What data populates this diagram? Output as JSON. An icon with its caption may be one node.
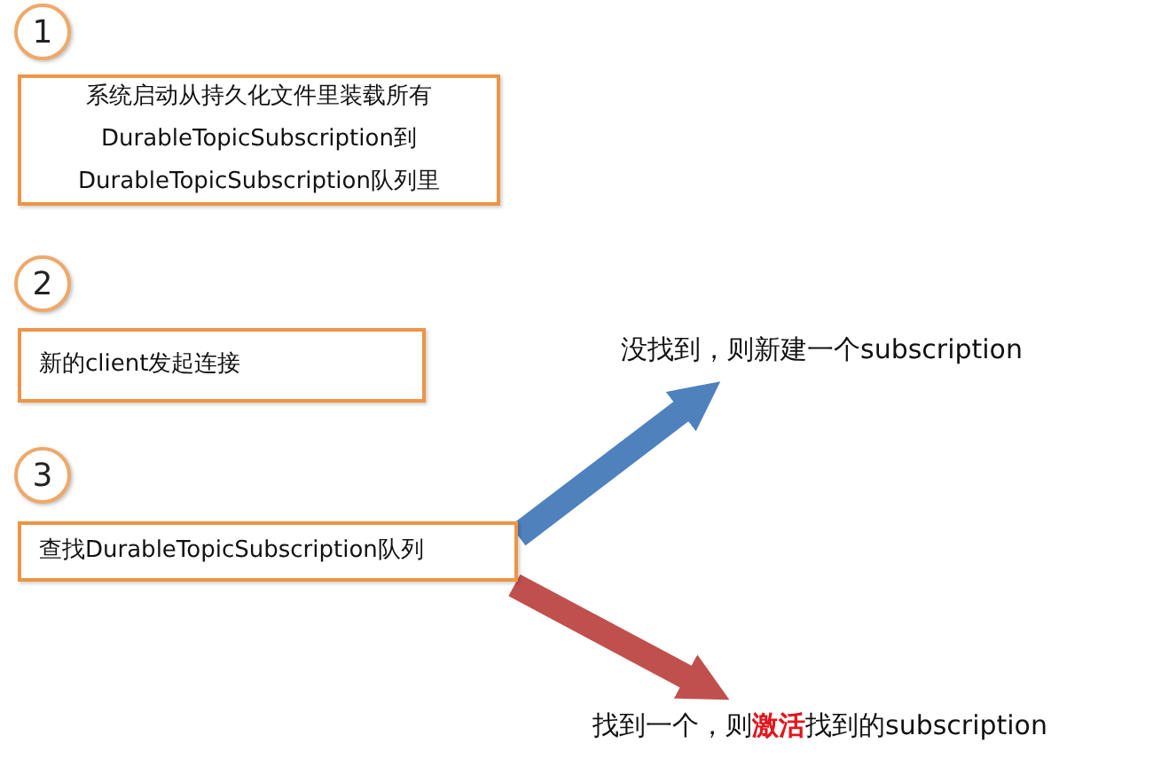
{
  "diagram": {
    "nodes": [
      {
        "text": [
          "1"
        ]
      },
      {
        "text": [
          "系统启动从持久化文件里装载所有 DurableTopicSubscription到 DurableTopicSubscription队列里"
        ]
      },
      {
        "text": [
          "2"
        ]
      },
      {
        "text": [
          "新的client发起连接"
        ]
      },
      {
        "text": [
          "3"
        ]
      },
      {
        "text": [
          "查找DurableTopicSubscription队列"
        ]
      },
      {
        "text": [
          "没找到，则新建一个subscription"
        ]
      },
      {
        "text": [
          "找到一个，则**激活**找到的subscription"
        ]
      }
    ],
    "edges": [
      {
        "from": 5,
        "to": 6,
        "arrow": "to",
        "color": "#4f81bd"
      },
      {
        "from": 5,
        "to": 7,
        "arrow": "to",
        "color": "#c0504d"
      }
    ]
  }
}
